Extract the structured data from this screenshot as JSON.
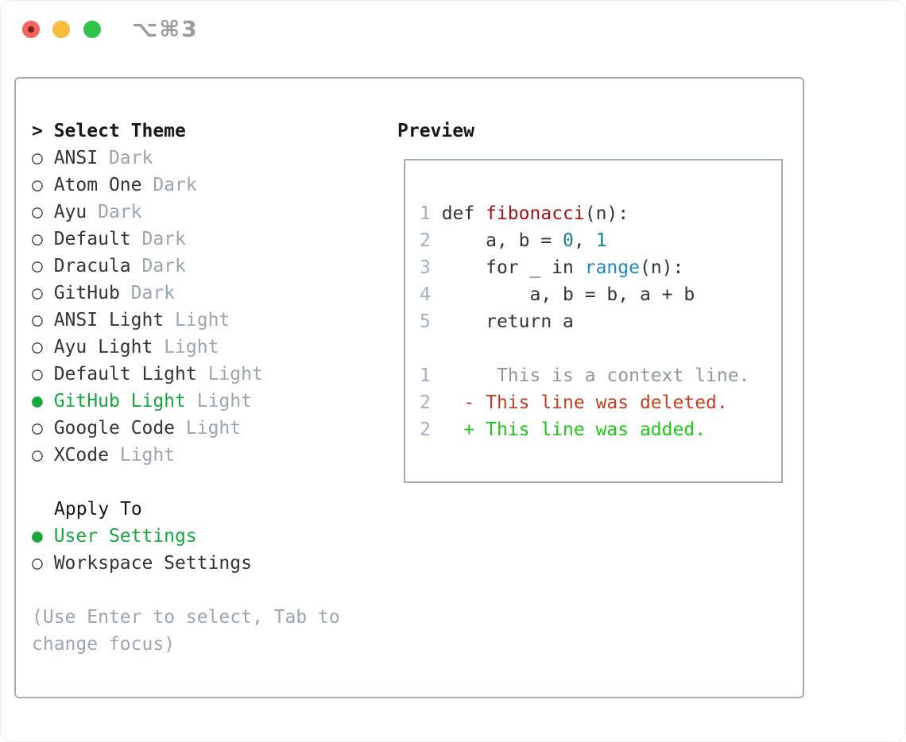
{
  "window": {
    "shortcut_label": "⌥⌘3"
  },
  "colors": {
    "selected_green": "#18a73f",
    "added_green": "#1dc619",
    "deleted_red": "#c53d20",
    "function_red": "#a61212",
    "number_teal": "#12828c",
    "builtin_blue": "#2089c9",
    "muted_gray": "#9aa5b2",
    "line_number_gray": "#9fb0c4",
    "border_gray": "#a4adb8",
    "traffic_red": "#f3655c",
    "traffic_yellow": "#f9bd3c",
    "traffic_green": "#30c24b"
  },
  "theme_panel": {
    "header_prefix": "> ",
    "header": "Select Theme",
    "themes": [
      {
        "mark": "○ ",
        "name": "ANSI ",
        "variant": "Dark"
      },
      {
        "mark": "○ ",
        "name": "Atom One ",
        "variant": "Dark"
      },
      {
        "mark": "○ ",
        "name": "Ayu ",
        "variant": "Dark"
      },
      {
        "mark": "○ ",
        "name": "Default ",
        "variant": "Dark"
      },
      {
        "mark": "○ ",
        "name": "Dracula ",
        "variant": "Dark"
      },
      {
        "mark": "○ ",
        "name": "GitHub ",
        "variant": "Dark"
      },
      {
        "mark": "○ ",
        "name": "ANSI Light ",
        "variant": "Light"
      },
      {
        "mark": "○ ",
        "name": "Ayu Light ",
        "variant": "Light"
      },
      {
        "mark": "○ ",
        "name": "Default Light ",
        "variant": "Light"
      },
      {
        "mark": "● ",
        "name": "GitHub Light ",
        "variant": "Light"
      },
      {
        "mark": "○ ",
        "name": "Google Code ",
        "variant": "Light"
      },
      {
        "mark": "○ ",
        "name": "XCode ",
        "variant": "Light"
      }
    ],
    "apply_header": "Apply To",
    "apply_options": [
      {
        "mark": "● ",
        "name": "User Settings"
      },
      {
        "mark": "○ ",
        "name": "Workspace Settings"
      }
    ],
    "hint_line1": "(Use Enter to select, Tab to",
    "hint_line2": "change focus)"
  },
  "preview": {
    "title": "Preview",
    "code": {
      "l1_no": "1",
      "l1_a": " def ",
      "l1_fn": "fibonacci",
      "l1_b": "(n):",
      "l2_no": "2",
      "l2_a": "     a, b = ",
      "l2_n1": "0",
      "l2_sep": ", ",
      "l2_n2": "1",
      "l3_no": "3",
      "l3_a": "     for _ in ",
      "l3_fn": "range",
      "l3_b": "(n):",
      "l4_no": "4",
      "l4_a": "         a, b = b, a + b",
      "l5_no": "5",
      "l5_a": "     return a",
      "d1_no": "1",
      "d1_text": "      This is a context line.",
      "d2_no": "2",
      "d2_text": "   - This line was deleted.",
      "d3_no": "2",
      "d3_text": "   + This line was added."
    }
  }
}
